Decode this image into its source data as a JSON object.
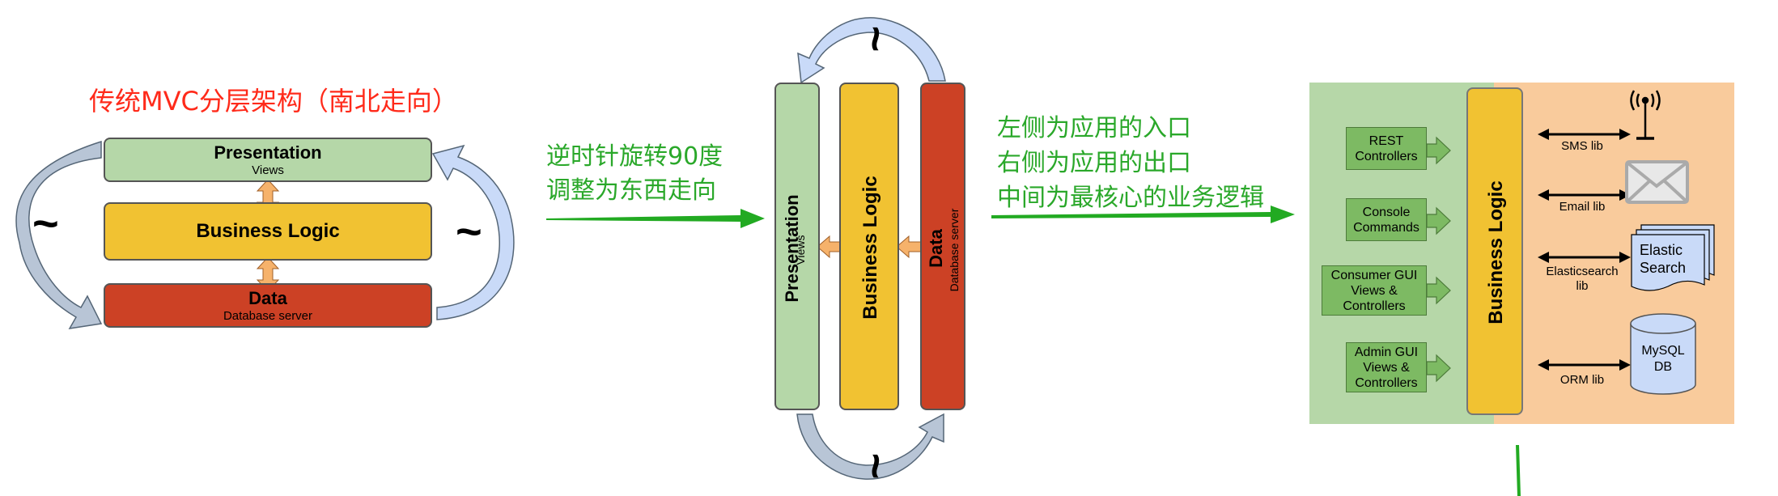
{
  "left": {
    "title": "传统MVC分层架构（南北走向）",
    "presentation": {
      "label": "Presentation",
      "sub": "Views"
    },
    "business": {
      "label": "Business Logic"
    },
    "data": {
      "label": "Data",
      "sub": "Database server"
    },
    "tilde": "~"
  },
  "arrow1": {
    "line1": "逆时针旋转90度",
    "line2": "调整为东西走向"
  },
  "middle": {
    "presentation": {
      "label": "Presentation",
      "sub": "Views"
    },
    "business": {
      "label": "Business Logic"
    },
    "data": {
      "label": "Data",
      "sub": "Database server"
    },
    "tilde": "~"
  },
  "arrow2": {
    "line1": "左侧为应用的入口",
    "line2": "右侧为应用的出口",
    "line3": "中间为最核心的业务逻辑"
  },
  "right": {
    "inputs": [
      {
        "label": "REST\nControllers"
      },
      {
        "label": "Console\nCommands"
      },
      {
        "label": "Consumer GUI\nViews &\nControllers"
      },
      {
        "label": "Admin GUI\nViews &\nControllers"
      }
    ],
    "business": "Business Logic",
    "outputs": [
      {
        "lib": "SMS lib",
        "icon": "antenna-icon"
      },
      {
        "lib": "Email lib",
        "icon": "envelope-icon"
      },
      {
        "lib": "Elasticsearch\nlib",
        "icon": "documents-icon",
        "target": "Elastic\nSearch"
      },
      {
        "lib": "ORM lib",
        "icon": "database-icon",
        "target": "MySQL\nDB"
      }
    ]
  },
  "colors": {
    "green_text": "#2aa82a",
    "red_text": "#ff2a1a",
    "presentation_fill": "#b5d7a8",
    "business_fill": "#f1c232",
    "data_fill": "#cc4125",
    "double_arrow": "#f6b26b",
    "right_green_bg": "#b6d7a8",
    "right_orange_bg": "#f9cb9c",
    "curve_arrow": "#c9daf8"
  }
}
